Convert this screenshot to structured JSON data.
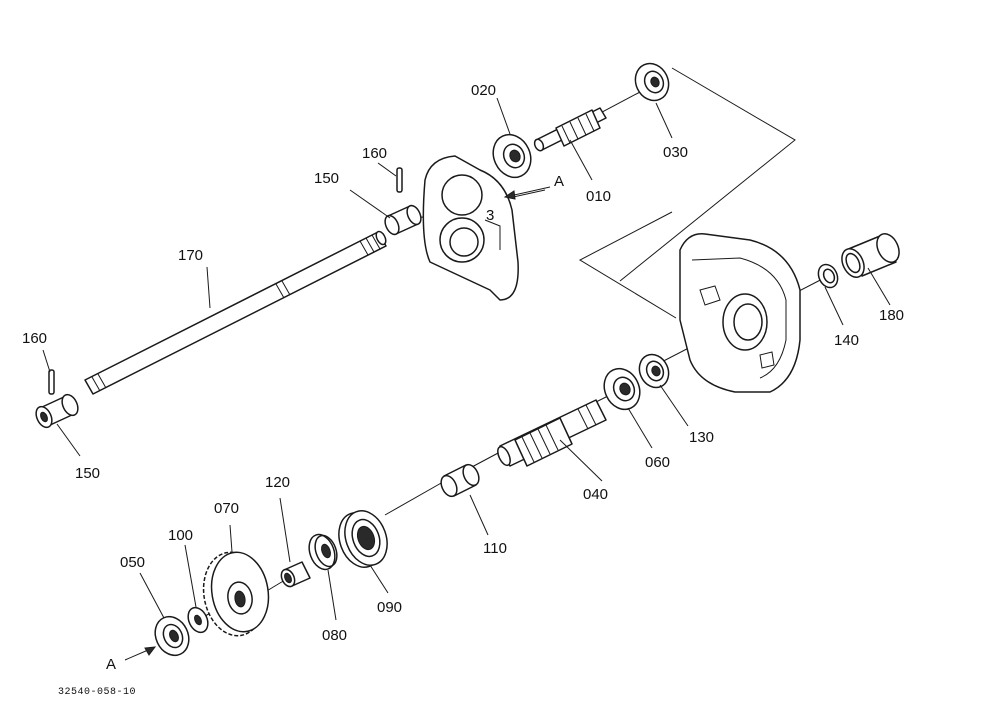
{
  "diagram": {
    "part_labels": {
      "p010": "010",
      "p020": "020",
      "p030": "030",
      "p040": "040",
      "p050": "050",
      "p060": "060",
      "p070": "070",
      "p080": "080",
      "p090": "090",
      "p100": "100",
      "p110": "110",
      "p120": "120",
      "p130": "130",
      "p140": "140",
      "p150a": "150",
      "p150b": "150",
      "p160a": "160",
      "p160b": "160",
      "p170": "170",
      "p180": "180"
    },
    "reference_marks": {
      "a_upper": "A",
      "a_lower": "A"
    },
    "drawing_code": "32540-058-10"
  },
  "colors": {
    "line": "#1a1a1a",
    "background": "#ffffff"
  }
}
